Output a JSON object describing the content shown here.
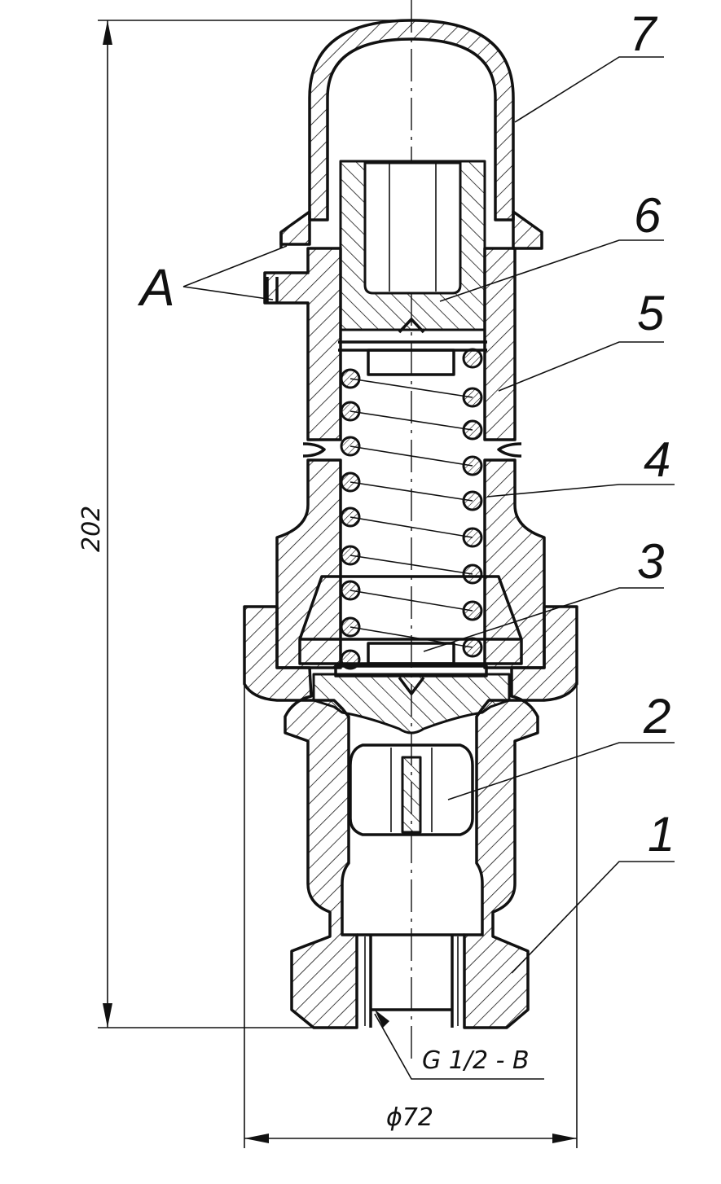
{
  "labels": {
    "part_1": "1",
    "part_2": "2",
    "part_3": "3",
    "part_4": "4",
    "part_5": "5",
    "part_6": "6",
    "part_7": "7",
    "marker_a": "A"
  },
  "dimensions": {
    "height": "202",
    "diameter": "ϕ72",
    "thread": "G 1/2 - B"
  },
  "colors": {
    "ink": "#111111",
    "paper": "#ffffff"
  }
}
